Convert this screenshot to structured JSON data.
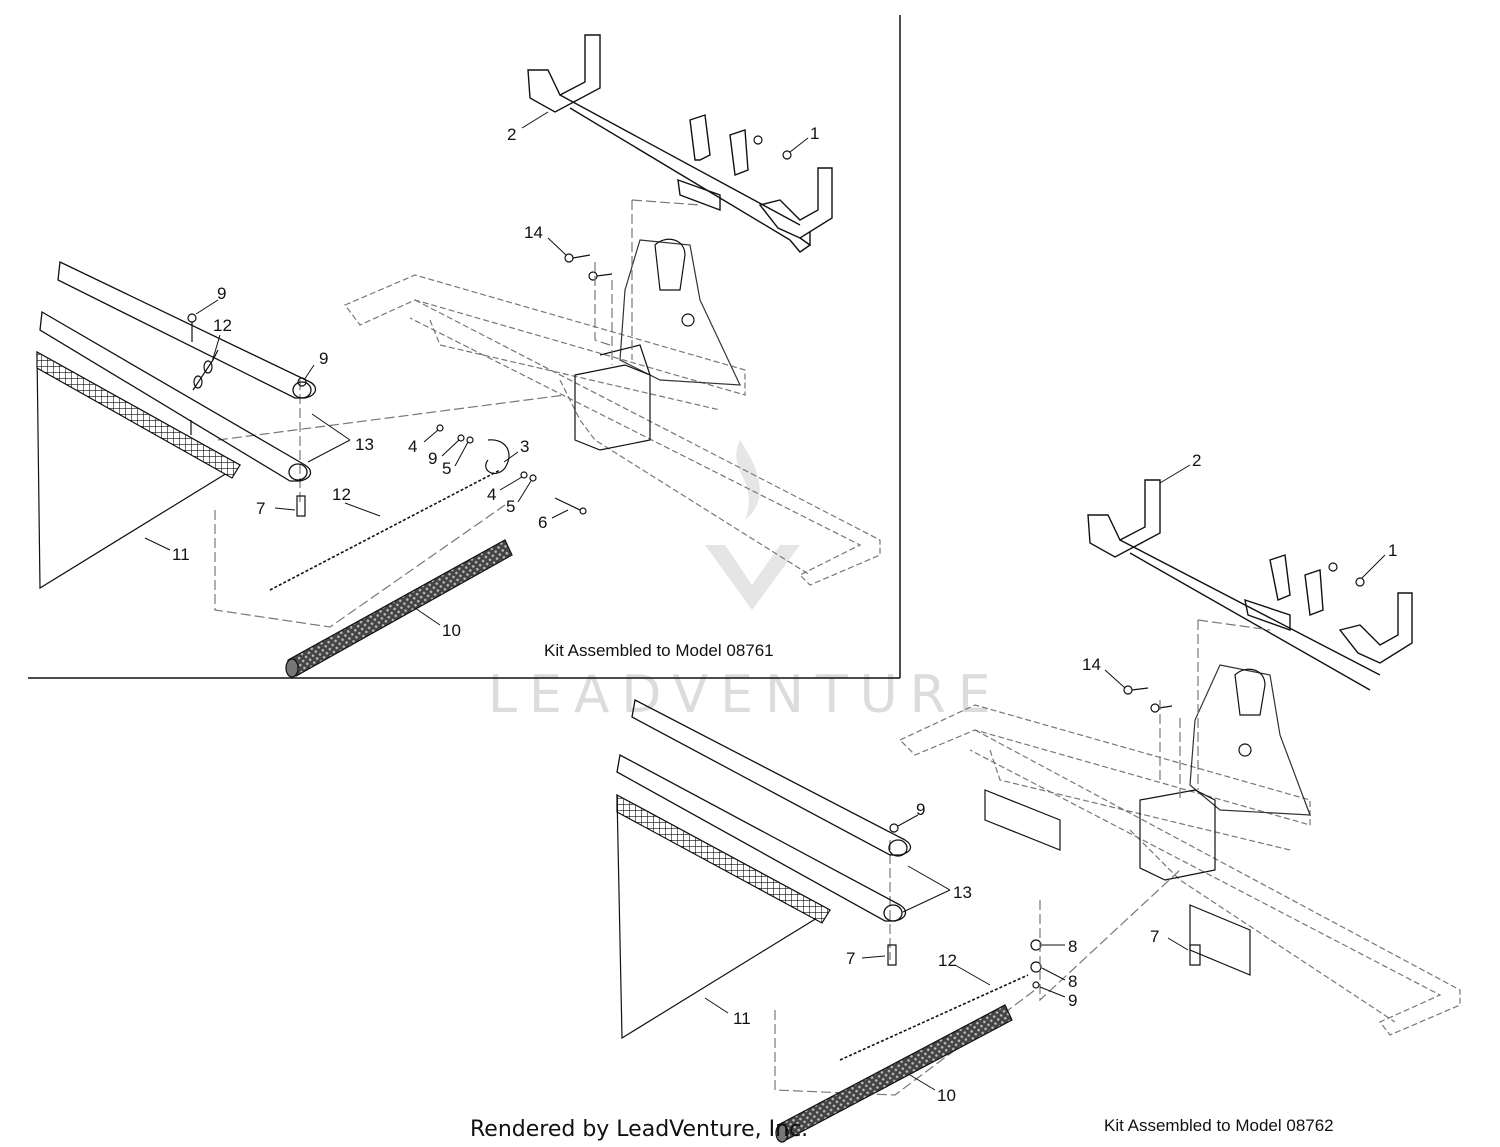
{
  "panels": [
    {
      "caption": "Kit Assembled to Model 08761",
      "callouts": [
        "1",
        "2",
        "14",
        "9",
        "12",
        "9",
        "13",
        "4",
        "9",
        "5",
        "3",
        "4",
        "5",
        "6",
        "7",
        "12",
        "11",
        "10"
      ]
    },
    {
      "caption": "Kit Assembled to Model 08762",
      "callouts": [
        "2",
        "1",
        "14",
        "9",
        "13",
        "7",
        "12",
        "8",
        "8",
        "9",
        "7",
        "11",
        "10"
      ]
    }
  ],
  "watermark": "LEADVENTURE",
  "credit": "Rendered by LeadVenture, Inc."
}
